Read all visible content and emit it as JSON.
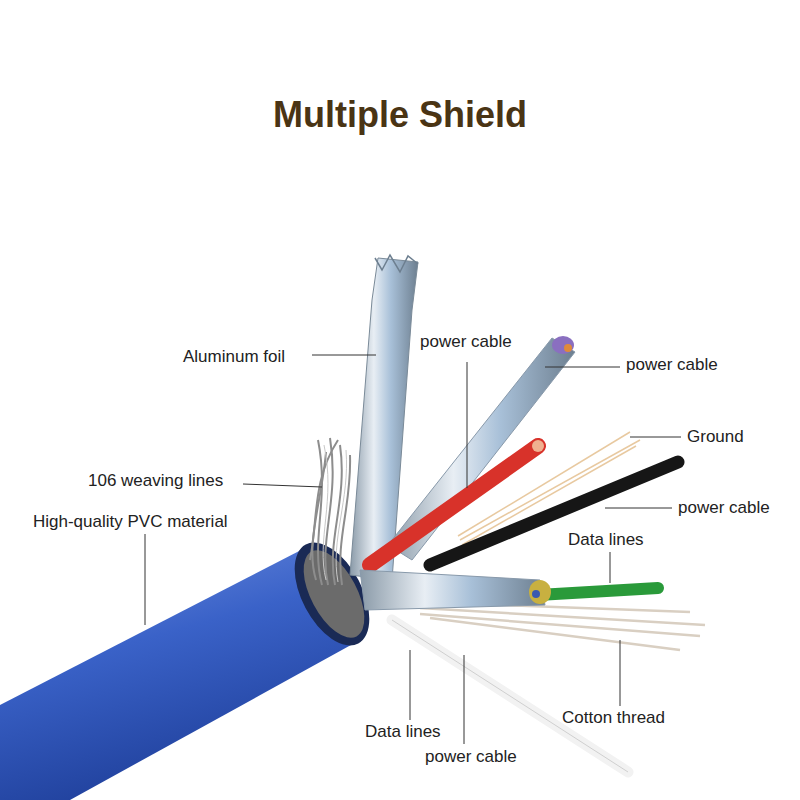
{
  "diagram": {
    "title": "Multiple Shield",
    "labels": [
      "Aluminum foil",
      "power cable",
      "power cable",
      "Ground",
      "106 weaving lines",
      "power cable",
      "High-quality PVC material",
      "Data lines",
      "Data lines",
      "Cotton thread",
      "power cable"
    ]
  }
}
